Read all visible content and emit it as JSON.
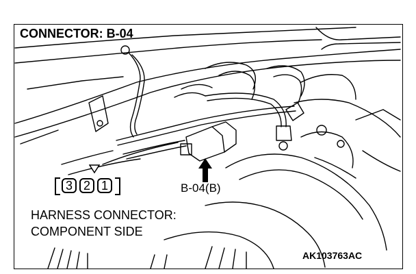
{
  "title": "CONNECTOR: B-04",
  "connector_label": "B-04(B)",
  "harness_line1": "HARNESS CONNECTOR:",
  "harness_line2": "COMPONENT SIDE",
  "figure_id": "AK103763AC",
  "pins": [
    "3",
    "2",
    "1"
  ],
  "colors": {
    "ink": "#000000",
    "paper": "#ffffff"
  }
}
